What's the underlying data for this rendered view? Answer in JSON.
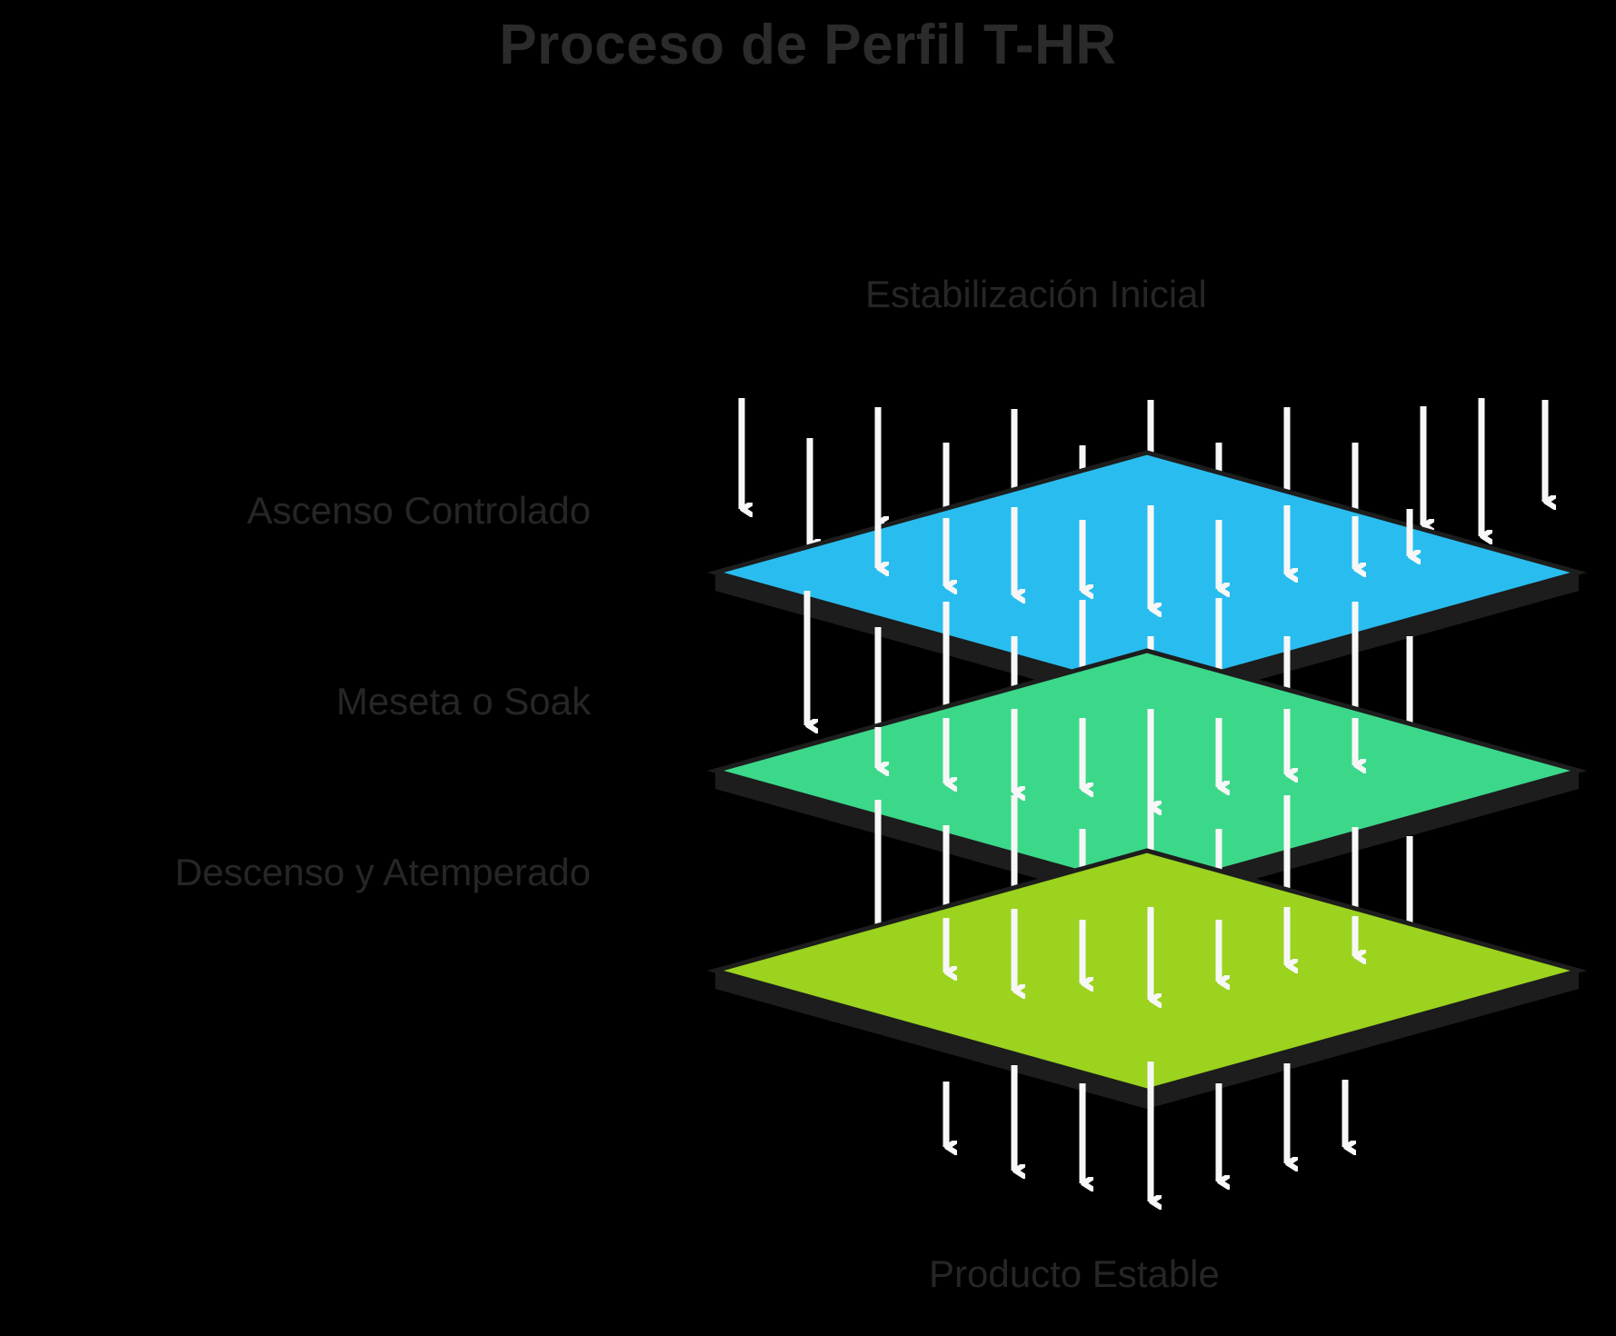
{
  "title": "Proceso de Perfil T-HR",
  "top_label": "Estabilización Inicial",
  "bottom_label": "Producto Estable",
  "layers": [
    {
      "label": "Ascenso Controlado",
      "color": "#29BDEF",
      "side_color": "#1aa7d6",
      "edge_color": "#1d1d1d"
    },
    {
      "label": "Meseta o Soak",
      "color": "#3CD88A",
      "side_color": "#2cbf74",
      "edge_color": "#1d1d1d"
    },
    {
      "label": "Descenso y Atemperado",
      "color": "#9BD31F",
      "side_color": "#86ba15",
      "edge_color": "#1d1d1d"
    }
  ],
  "colors": {
    "background": "#000000",
    "text": "#262626",
    "title_text": "#2b2b2b",
    "arrow": "#f7f7f7"
  },
  "chart_data": {
    "type": "diagram",
    "diagram_kind": "stacked-isometric-layers",
    "title": "Proceso de Perfil T-HR",
    "input_label": "Estabilización Inicial",
    "output_label": "Producto Estable",
    "stages": [
      "Ascenso Controlado",
      "Meseta o Soak",
      "Descenso y Atemperado"
    ],
    "stage_colors": [
      "#29BDEF",
      "#3CD88A",
      "#9BD31F"
    ],
    "flow_direction": "top-to-bottom",
    "arrow_count_top": 13,
    "arrow_count_between": 13,
    "arrow_count_bottom": 8
  }
}
